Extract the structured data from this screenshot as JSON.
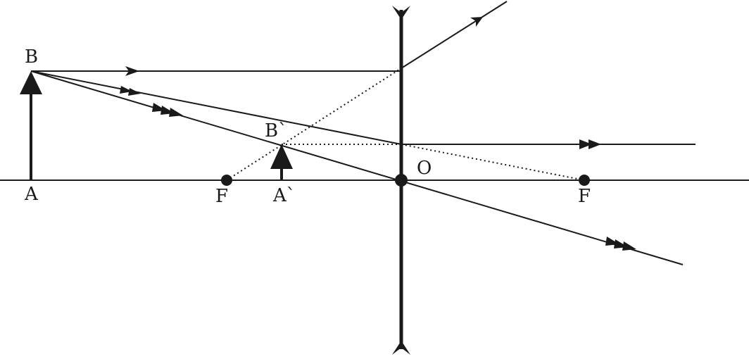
{
  "diagram": {
    "labels": {
      "object_top": "B",
      "object_base": "A",
      "image_top": "B`",
      "image_base": "A`",
      "focus_left": "F",
      "focus_right": "F",
      "optical_center": "O"
    },
    "colors": {
      "ink": "#1a1a1a",
      "background": "#ffffff"
    }
  }
}
